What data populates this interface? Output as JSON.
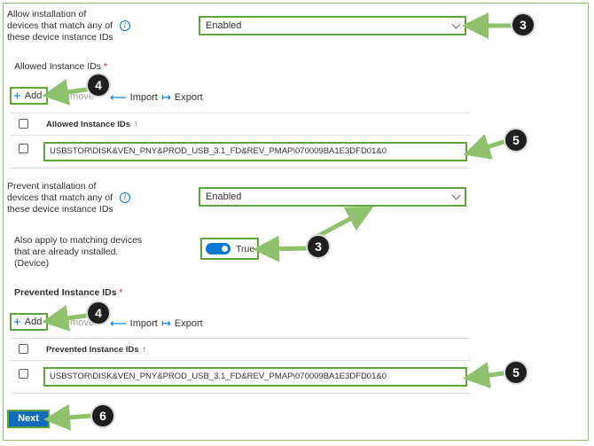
{
  "allow": {
    "label": "Allow installation of devices that match any of these device instance IDs",
    "dropdown_value": "Enabled",
    "list_label": "Allowed Instance IDs",
    "required_mark": "*",
    "toolbar": {
      "add": "Add",
      "remove": "Remove",
      "import": "Import",
      "export": "Export"
    },
    "column_header": "Allowed Instance IDs",
    "sort_glyph": "↑",
    "rows": [
      "USBSTOR\\DISK&VEN_PNY&PROD_USB_3.1_FD&REV_PMAP\\070009BA1E3DFD01&0"
    ]
  },
  "prevent": {
    "label": "Prevent installation of devices that match any of these device instance IDs",
    "dropdown_value": "Enabled",
    "also_apply_label": "Also apply to matching devices that are already installed. (Device)",
    "toggle_value": "True",
    "list_label": "Prevented Instance IDs",
    "required_mark": "*",
    "toolbar": {
      "add": "Add",
      "remove": "Remove",
      "import": "Import",
      "export": "Export"
    },
    "column_header": "Prevented Instance IDs",
    "sort_glyph": "↑",
    "rows": [
      "USBSTOR\\DISK&VEN_PNY&PROD_USB_3.1_FD&REV_PMAP\\070009BA1E3DFD01&0"
    ]
  },
  "footer": {
    "next_label": "Next"
  },
  "callouts": {
    "b1": "3",
    "b2": "4",
    "b3": "5",
    "b4": "3",
    "b5": "4",
    "b6": "5",
    "b7": "6"
  },
  "colors": {
    "highlight": "#5ea53b",
    "arrow": "#8fc16c",
    "accent": "#0078d4",
    "badge": "#1f1f1f"
  },
  "icons": {
    "info": "info-icon",
    "add": "plus-icon",
    "import": "import-icon",
    "export": "export-icon",
    "chevron": "chevron-down-icon"
  }
}
